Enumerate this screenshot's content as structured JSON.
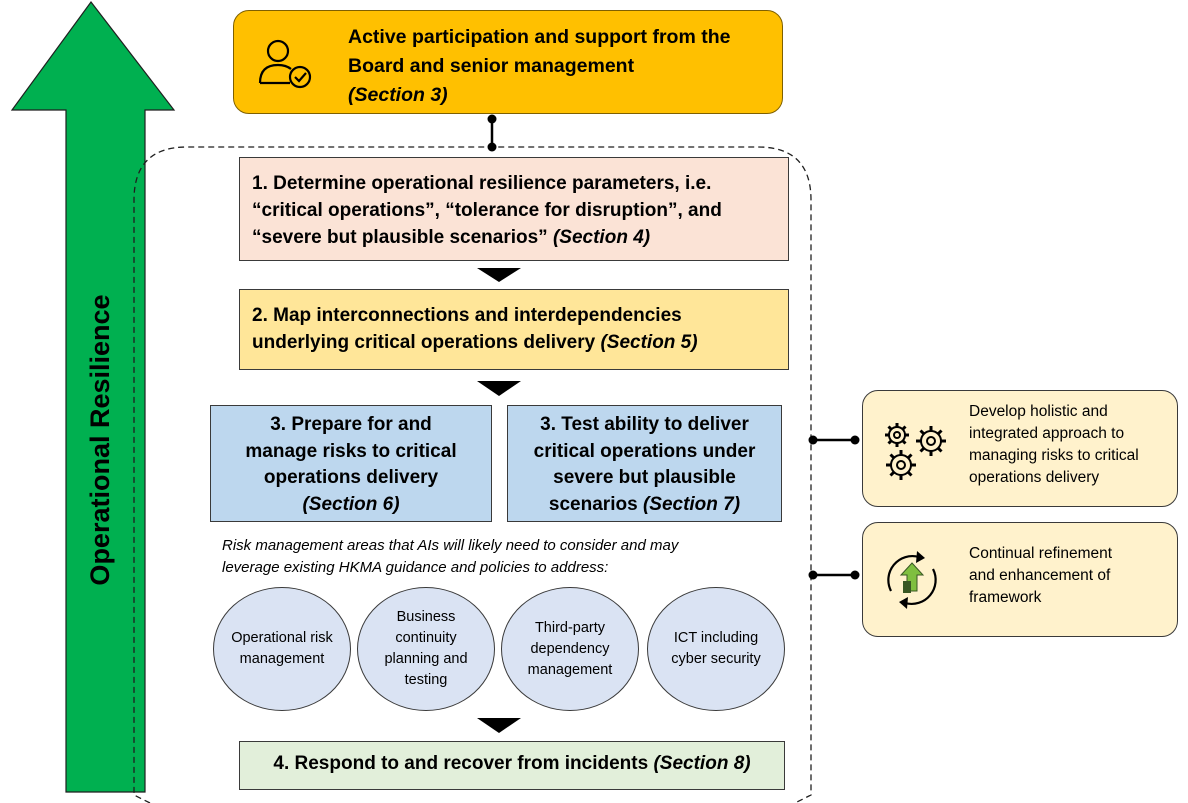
{
  "axis_label": "Operational Resilience",
  "top": {
    "icon": "user-check-icon",
    "line1": "Active participation and support from the",
    "line2": "Board and senior management",
    "section": "(Section 3)"
  },
  "step1": {
    "line1": "1. Determine operational resilience parameters, i.e.",
    "line2": "“critical operations”, “tolerance for disruption”, and",
    "line3": "“severe but plausible scenarios”",
    "section": "(Section 4)"
  },
  "step2": {
    "line1": "2. Map interconnections and interdependencies",
    "line2": "underlying critical operations delivery",
    "section": "(Section 5)"
  },
  "step3a": {
    "line1": "3. Prepare for and",
    "line2": "manage risks to critical",
    "line3": "operations delivery",
    "section": "(Section 6)"
  },
  "step3b": {
    "line1": "3. Test ability to deliver",
    "line2": "critical operations under",
    "line3": "severe but plausible",
    "line4": "scenarios",
    "section": "(Section 7)"
  },
  "note": {
    "line1": "Risk management areas that AIs will likely need to consider and may",
    "line2": "leverage existing HKMA guidance and policies to address:"
  },
  "areas": [
    "Operational risk management",
    "Business continuity planning and testing",
    "Third-party dependency management",
    "ICT including cyber security"
  ],
  "step4": {
    "text": "4. Respond to and recover from incidents",
    "section": "(Section 8)"
  },
  "side1": {
    "icon": "gears-icon",
    "line1": "Develop holistic and",
    "line2": "integrated approach to",
    "line3": "managing risks to critical",
    "line4": "operations delivery"
  },
  "side2": {
    "icon": "refresh-cycle-icon",
    "line1": "Continual refinement",
    "line2": "and enhancement of",
    "line3": "framework"
  },
  "colors": {
    "arrow": "#00b050",
    "top_box": "#ffc000",
    "step1": "#fbe3d6",
    "step2": "#ffe699",
    "step3": "#bdd7ee",
    "circles": "#dae3f3",
    "step4": "#e2efda",
    "side_boxes": "#fff2cc"
  }
}
